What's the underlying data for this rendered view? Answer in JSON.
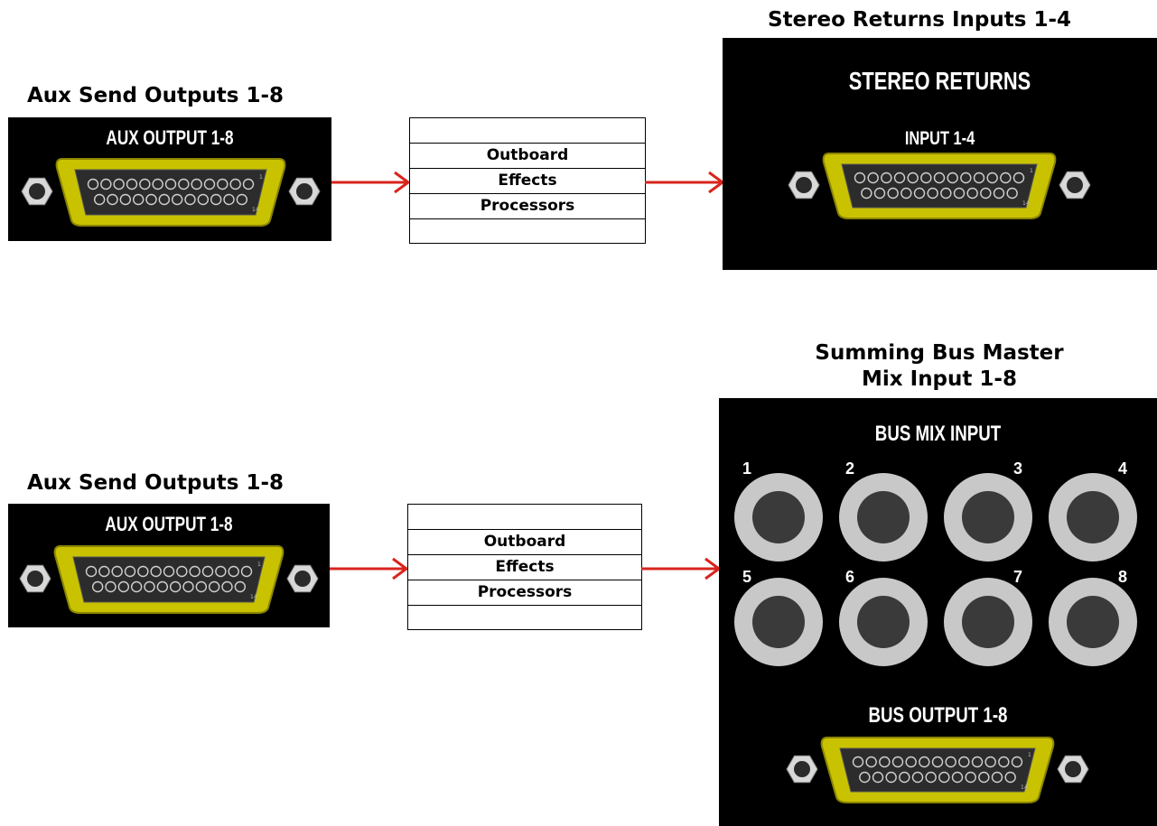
{
  "colors": {
    "arrow": "#d9241c",
    "connector_shell": "#c9c200",
    "panel": "#000000",
    "jack_ring": "#c8c8c8"
  },
  "top_left": {
    "heading": "Aux Send Outputs 1-8",
    "panel_label": "AUX OUTPUT 1-8"
  },
  "top_fx": {
    "rows": [
      "",
      "Outboard",
      "Effects",
      "Processors",
      ""
    ]
  },
  "top_right": {
    "heading": "Stereo Returns  Inputs 1-4",
    "panel_title": "STEREO RETURNS",
    "panel_label": "INPUT 1-4"
  },
  "bottom_left": {
    "heading": "Aux Send Outputs 1-8",
    "panel_label": "AUX OUTPUT 1-8"
  },
  "bottom_fx": {
    "rows": [
      "",
      "Outboard",
      "Effects",
      "Processors",
      ""
    ]
  },
  "bottom_right": {
    "heading_line1": "Summing Bus Master",
    "heading_line2": "Mix Input 1-8",
    "panel_title": "BUS MIX INPUT",
    "jack_numbers": [
      "1",
      "2",
      "3",
      "4",
      "5",
      "6",
      "7",
      "8"
    ],
    "output_label": "BUS OUTPUT 1-8"
  },
  "connector_pin_labels": {
    "first": "1",
    "fourteenth": "14"
  }
}
